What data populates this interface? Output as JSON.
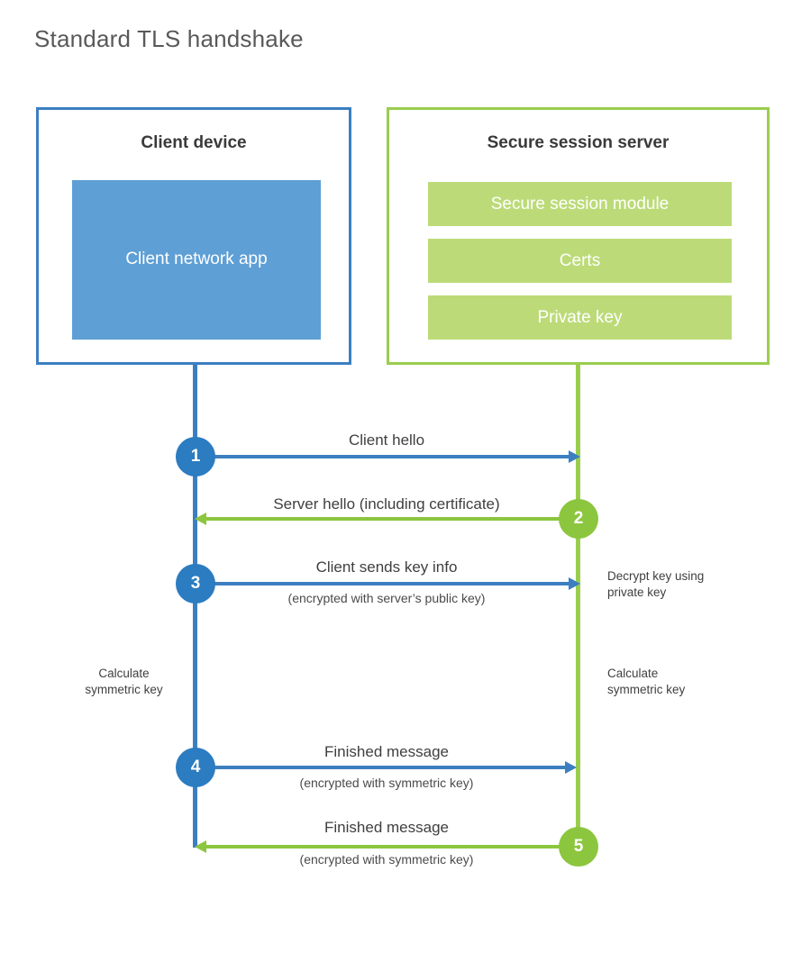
{
  "title": "Standard TLS handshake",
  "colors": {
    "client_border": "#3c7fc1",
    "client_fill": "#5e9fd5",
    "client_circle": "#2b7cc0",
    "server_border": "#9acd4e",
    "server_fill": "#bcdb78",
    "server_circle": "#8cc63e",
    "background": "#ffffff",
    "text": "#3b3b3b"
  },
  "client": {
    "title": "Client device",
    "app_label": "Client network app"
  },
  "server": {
    "title": "Secure session server",
    "modules": [
      {
        "label": "Secure session module"
      },
      {
        "label": "Certs"
      },
      {
        "label": "Private key"
      }
    ]
  },
  "steps": [
    {
      "number": "1",
      "origin": "client",
      "direction": "to-server",
      "label": "Client hello",
      "sublabel": ""
    },
    {
      "number": "2",
      "origin": "server",
      "direction": "to-client",
      "label": "Server hello (including certificate)",
      "sublabel": ""
    },
    {
      "number": "3",
      "origin": "client",
      "direction": "to-server",
      "label": "Client sends key info",
      "sublabel": "(encrypted with server’s public key)"
    },
    {
      "number": "4",
      "origin": "client",
      "direction": "to-server",
      "label": "Finished message",
      "sublabel": "(encrypted with symmetric key)"
    },
    {
      "number": "5",
      "origin": "server",
      "direction": "to-client",
      "label": "Finished message",
      "sublabel": "(encrypted with symmetric key)"
    }
  ],
  "notes": {
    "decrypt_key": "Decrypt key using\nprivate key",
    "client_calculate": "Calculate\nsymmetric key",
    "server_calculate": "Calculate\nsymmetric key"
  }
}
